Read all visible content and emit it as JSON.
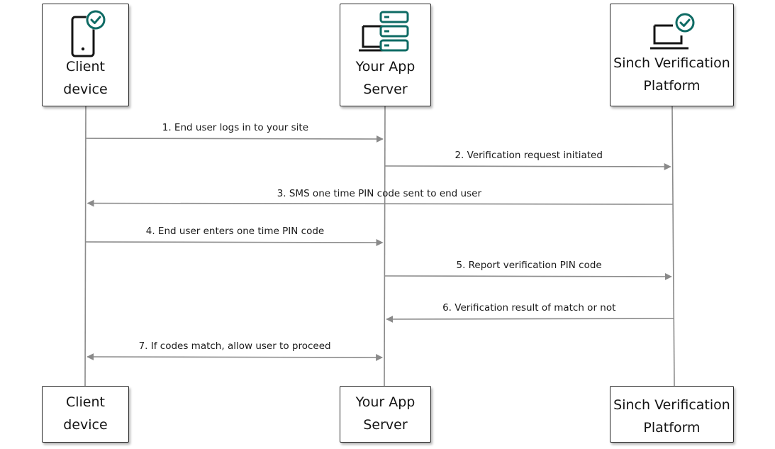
{
  "actors": [
    {
      "id": "client",
      "line1": "Client",
      "line2": "device"
    },
    {
      "id": "server",
      "line1": "Your App",
      "line2": "Server"
    },
    {
      "id": "sinch",
      "line1": "Sinch Verification",
      "line2": "Platform"
    }
  ],
  "messages": [
    {
      "label": "1. End user logs in to your site",
      "from": "client",
      "to": "server"
    },
    {
      "label": "2. Verification request initiated",
      "from": "server",
      "to": "sinch"
    },
    {
      "label": "3. SMS one time PIN code sent to end user",
      "from": "sinch",
      "to": "client"
    },
    {
      "label": "4. End user enters one time PIN code",
      "from": "client",
      "to": "server"
    },
    {
      "label": "5. Report verification PIN code",
      "from": "server",
      "to": "sinch"
    },
    {
      "label": "6. Verification result of match or not",
      "from": "sinch",
      "to": "server"
    },
    {
      "label": "7. If codes match, allow user to proceed",
      "from": "client",
      "to": "server",
      "bidirectional": true
    }
  ],
  "colors": {
    "accent": "#0e6b64",
    "line": "#8a8a8a",
    "border": "#2a2a2a",
    "text": "#1a1a1a"
  },
  "icons": {
    "client": "phone-check-icon",
    "server": "laptop-server-stack-icon",
    "sinch": "laptop-check-icon"
  }
}
